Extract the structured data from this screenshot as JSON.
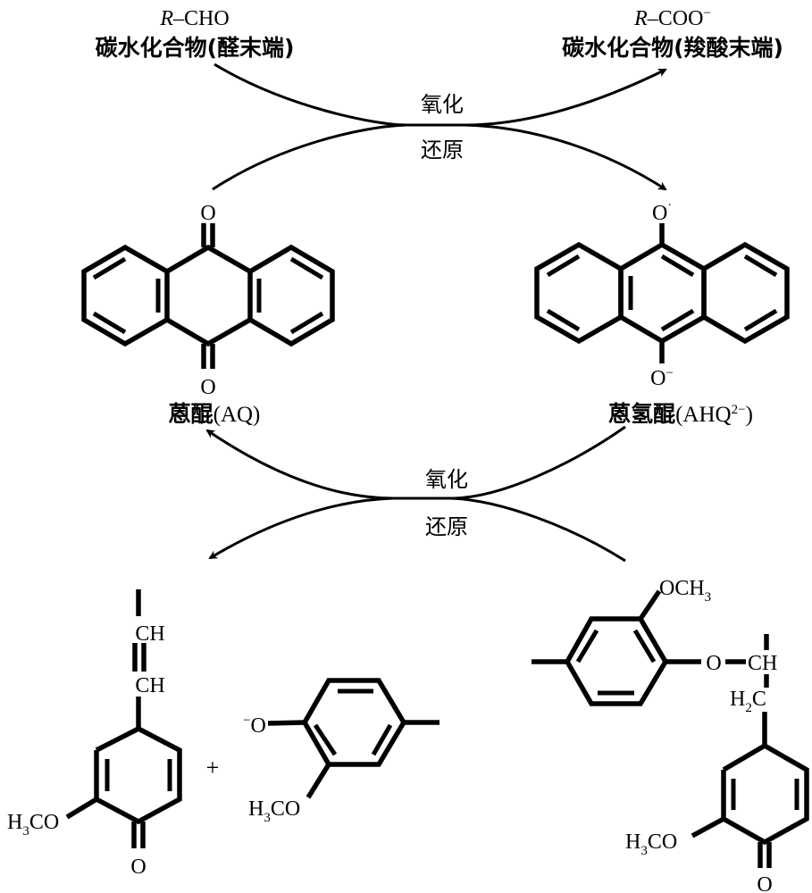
{
  "top_left": {
    "formula_italic": "R",
    "formula_rest": "–CHO",
    "name": "碳水化合物(醛末端)"
  },
  "top_right": {
    "formula_italic": "R",
    "formula_rest": "–COO",
    "formula_sup": "−",
    "name": "碳水化合物(羧酸末端)"
  },
  "upper_crossing": {
    "oxidation_label": "氧化",
    "reduction_label": "还原"
  },
  "lower_crossing": {
    "oxidation_label": "氧化",
    "reduction_label": "还原"
  },
  "anthraquinone": {
    "name_cn": "蒽醌",
    "abbr": "(AQ)",
    "atom_top": "O",
    "atom_bottom": "O"
  },
  "anthrahydroquinone": {
    "name_cn": "蒽氢醌",
    "abbr_pre": "(AHQ",
    "abbr_sup": "2−",
    "abbr_post": ")",
    "atom_top": "O",
    "atom_top_mark": "·",
    "atom_bottom": "O",
    "atom_bottom_sup": "−"
  },
  "quinone_methide_product": {
    "ch_top": "CH",
    "ch_bottom": "CH",
    "methoxy_h": "H",
    "methoxy_sub": "3",
    "methoxy_rest": "CO",
    "carbonyl_o": "O"
  },
  "plus_sign": "+",
  "phenolate_product": {
    "o_minus_sup": "−",
    "o_label": "O",
    "methoxy_h": "H",
    "methoxy_sub": "3",
    "methoxy_rest": "CO"
  },
  "lignin_dimer": {
    "och3_pre": "OCH",
    "och3_sub": "3",
    "ether_o": "O",
    "ch_label": "CH",
    "h2c_h": "H",
    "h2c_sub": "2",
    "h2c_c": "C",
    "methoxy_h": "H",
    "methoxy_sub": "3",
    "methoxy_rest": "CO",
    "carbonyl_o": "O"
  }
}
